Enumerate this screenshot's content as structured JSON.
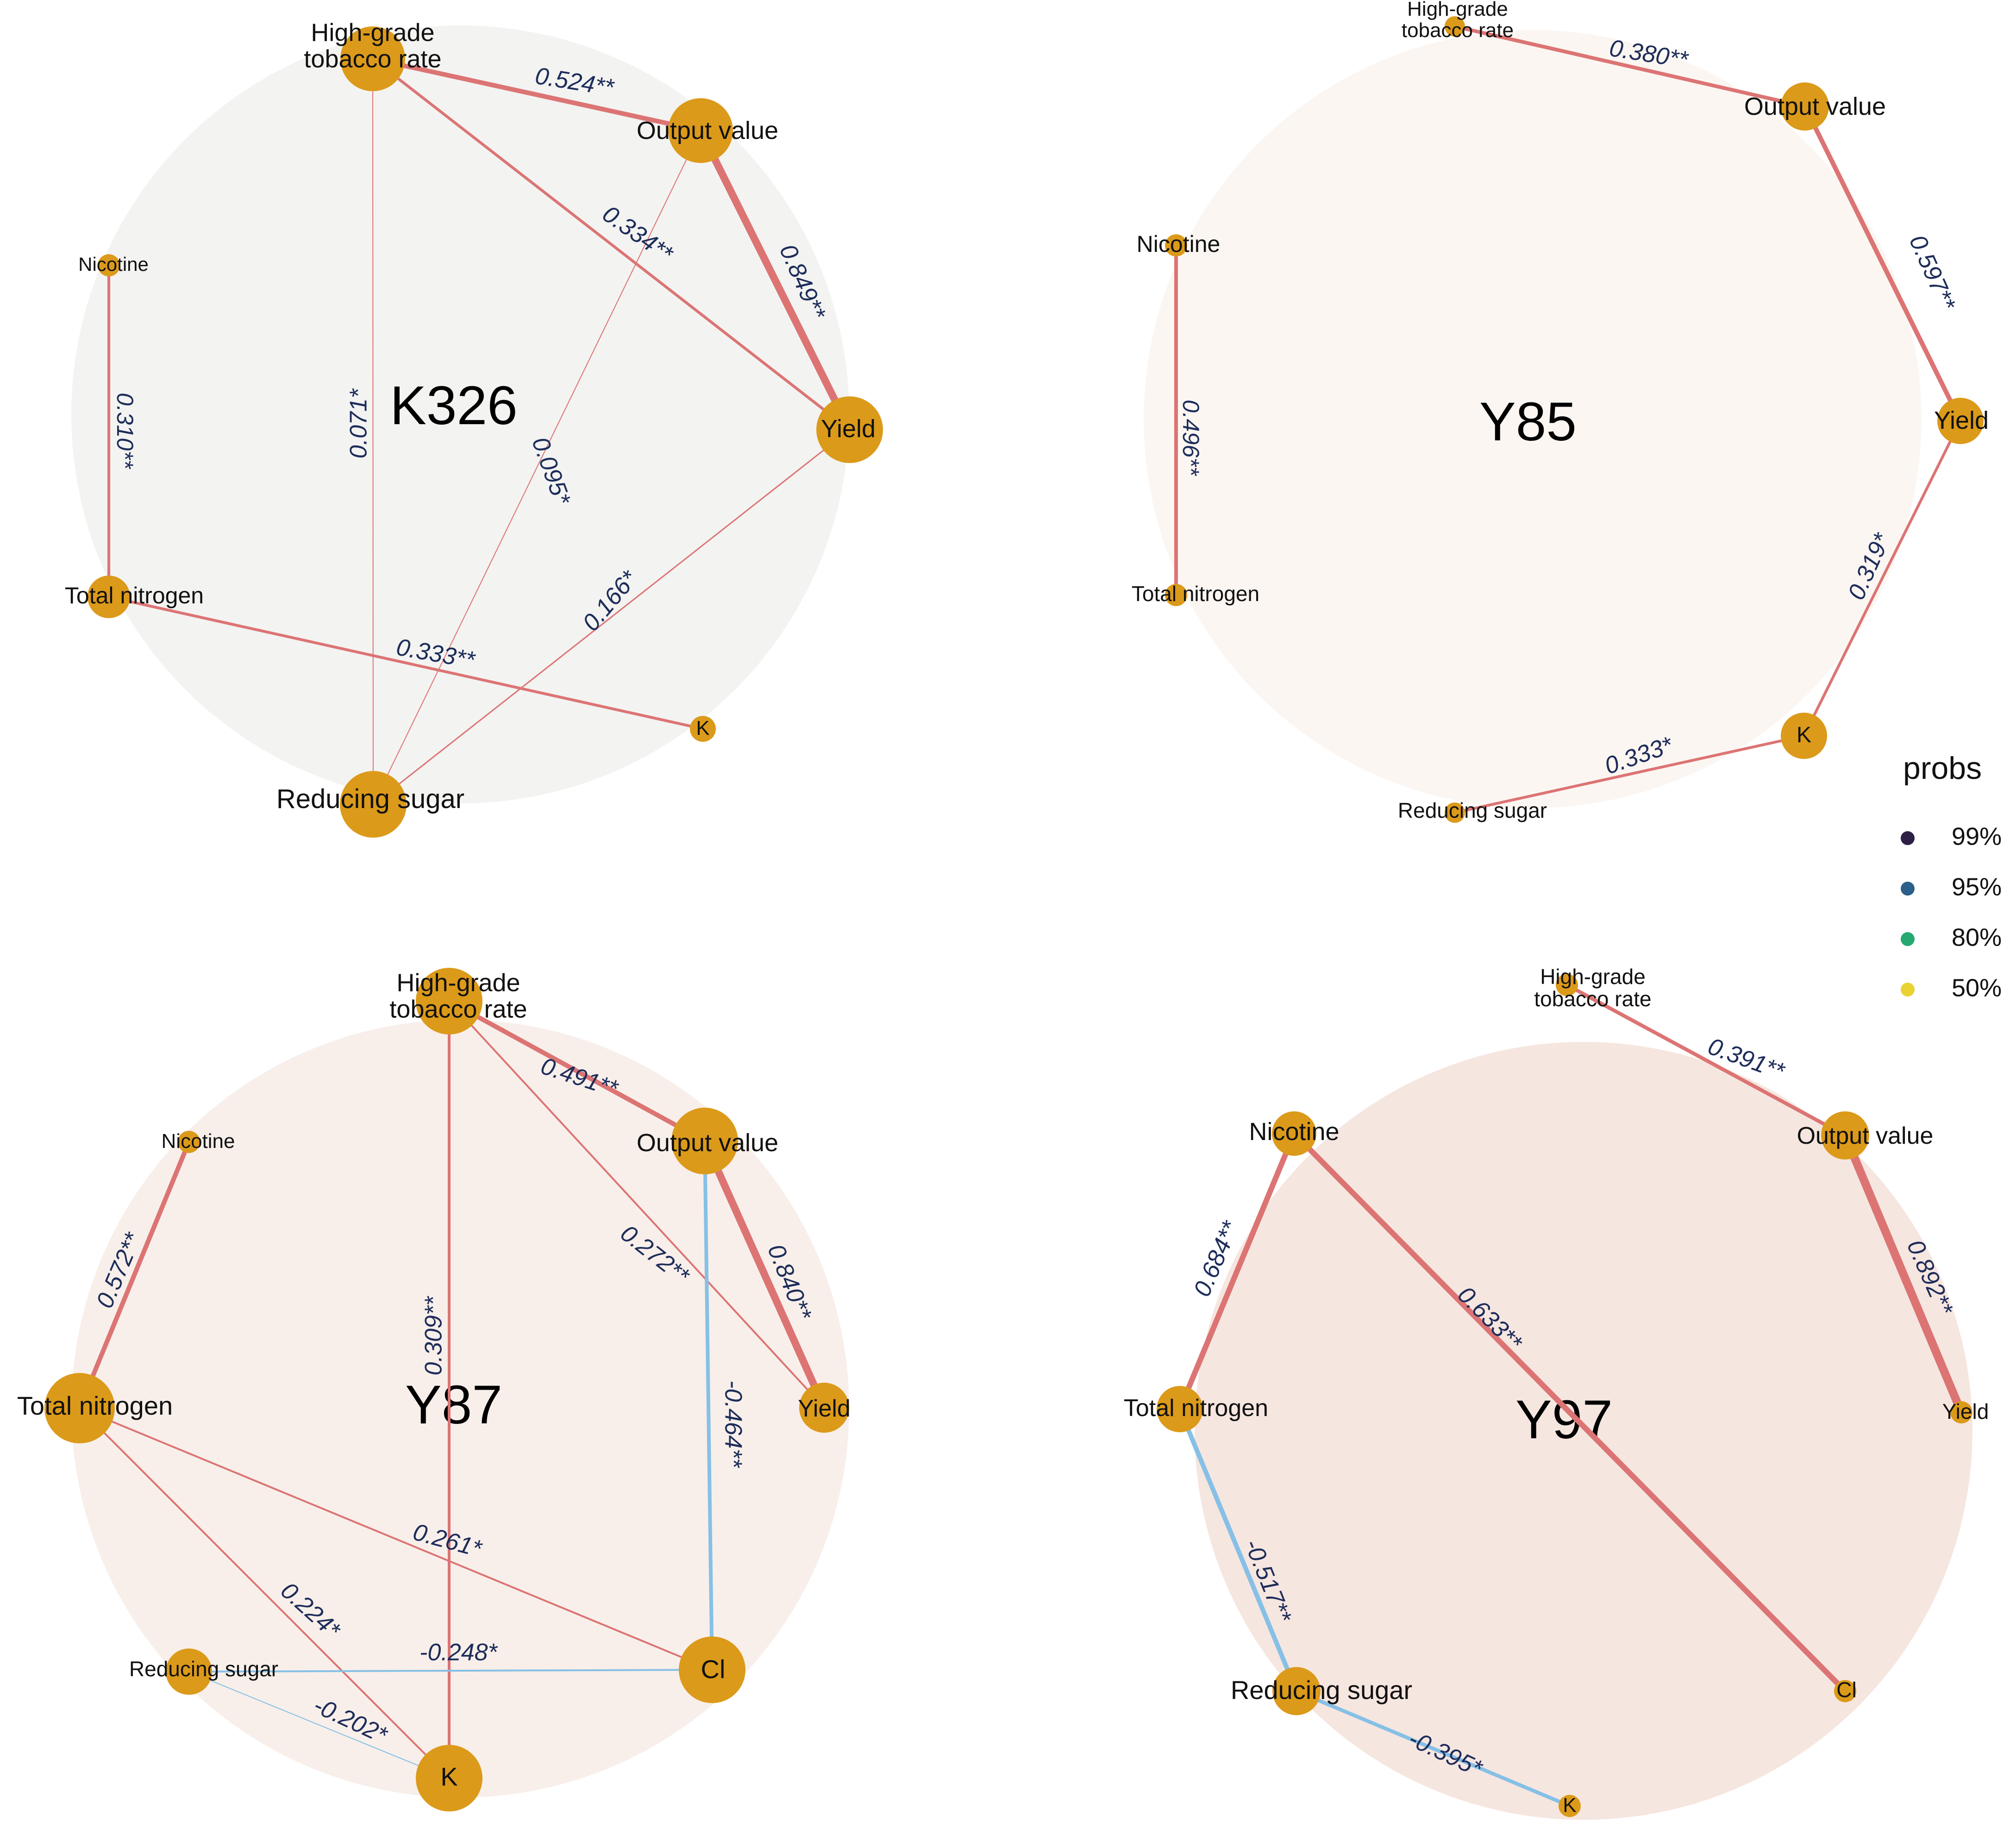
{
  "panels": [
    {
      "id": "k326",
      "title": "K326",
      "bg": "#f3f3f1",
      "nodes": [
        {
          "key": "hg",
          "label": [
            "High-grade",
            "tobacco rate"
          ]
        },
        {
          "key": "ov",
          "label": [
            "Output value"
          ]
        },
        {
          "key": "yield",
          "label": [
            "Yield"
          ]
        },
        {
          "key": "nic",
          "label": [
            "Nicotine"
          ]
        },
        {
          "key": "tn",
          "label": [
            "Total nitrogen"
          ]
        },
        {
          "key": "rs",
          "label": [
            "Reducing sugar"
          ]
        },
        {
          "key": "k",
          "label": [
            "K"
          ]
        }
      ],
      "edges": [
        {
          "from": "hg",
          "to": "ov",
          "label": "0.524**",
          "sign": "pos"
        },
        {
          "from": "ov",
          "to": "yield",
          "label": "0.849**",
          "sign": "pos"
        },
        {
          "from": "hg",
          "to": "yield",
          "label": "0.334**",
          "sign": "pos"
        },
        {
          "from": "nic",
          "to": "tn",
          "label": "0.310**",
          "sign": "pos"
        },
        {
          "from": "hg",
          "to": "rs",
          "label": "0.071*",
          "sign": "pos"
        },
        {
          "from": "ov",
          "to": "rs",
          "label": "0.095*",
          "sign": "pos"
        },
        {
          "from": "yield",
          "to": "rs",
          "label": "0.166*",
          "sign": "pos"
        },
        {
          "from": "tn",
          "to": "k",
          "label": "0.333**",
          "sign": "pos"
        }
      ]
    },
    {
      "id": "y85",
      "title": "Y85",
      "bg": "#fcf6f2",
      "nodes": [
        {
          "key": "hg",
          "label": [
            "High-grade",
            "tobacco rate"
          ]
        },
        {
          "key": "ov",
          "label": [
            "Output value"
          ]
        },
        {
          "key": "yield",
          "label": [
            "Yield"
          ]
        },
        {
          "key": "nic",
          "label": [
            "Nicotine"
          ]
        },
        {
          "key": "tn",
          "label": [
            "Total nitrogen"
          ]
        },
        {
          "key": "k",
          "label": [
            "K"
          ]
        },
        {
          "key": "rs",
          "label": [
            "Reducing sugar"
          ]
        }
      ],
      "edges": [
        {
          "from": "hg",
          "to": "ov",
          "label": "0.380**",
          "sign": "pos"
        },
        {
          "from": "ov",
          "to": "yield",
          "label": "0.597**",
          "sign": "pos"
        },
        {
          "from": "nic",
          "to": "tn",
          "label": "0.496**",
          "sign": "pos"
        },
        {
          "from": "yield",
          "to": "k",
          "label": "0.319*",
          "sign": "pos"
        },
        {
          "from": "rs",
          "to": "k",
          "label": "0.333*",
          "sign": "pos"
        }
      ]
    },
    {
      "id": "y87",
      "title": "Y87",
      "bg": "#f8efea",
      "nodes": [
        {
          "key": "hg",
          "label": [
            "High-grade",
            "tobacco rate"
          ]
        },
        {
          "key": "ov",
          "label": [
            "Output value"
          ]
        },
        {
          "key": "yield",
          "label": [
            "Yield"
          ]
        },
        {
          "key": "nic",
          "label": [
            "Nicotine"
          ]
        },
        {
          "key": "tn",
          "label": [
            "Total nitrogen"
          ]
        },
        {
          "key": "rs",
          "label": [
            "Reducing sugar"
          ]
        },
        {
          "key": "cl",
          "label": [
            "Cl"
          ]
        },
        {
          "key": "k",
          "label": [
            "K"
          ]
        }
      ],
      "edges": [
        {
          "from": "hg",
          "to": "ov",
          "label": "0.491**",
          "sign": "pos"
        },
        {
          "from": "ov",
          "to": "yield",
          "label": "0.840**",
          "sign": "pos"
        },
        {
          "from": "hg",
          "to": "yield",
          "label": "0.272**",
          "sign": "pos"
        },
        {
          "from": "hg",
          "to": "k",
          "label": "0.309**",
          "sign": "pos"
        },
        {
          "from": "nic",
          "to": "tn",
          "label": "0.572**",
          "sign": "pos"
        },
        {
          "from": "ov",
          "to": "cl",
          "label": "-0.464**",
          "sign": "neg"
        },
        {
          "from": "tn",
          "to": "cl",
          "label": "0.261*",
          "sign": "pos"
        },
        {
          "from": "tn",
          "to": "k",
          "label": "0.224*",
          "sign": "pos"
        },
        {
          "from": "rs",
          "to": "cl",
          "label": "-0.248*",
          "sign": "neg"
        },
        {
          "from": "rs",
          "to": "k",
          "label": "-0.202*",
          "sign": "neg"
        }
      ]
    },
    {
      "id": "y97",
      "title": "Y97",
      "bg": "#f6e6e0",
      "nodes": [
        {
          "key": "hg",
          "label": [
            "High-grade",
            "tobacco rate"
          ]
        },
        {
          "key": "ov",
          "label": [
            "Output value"
          ]
        },
        {
          "key": "yield",
          "label": [
            "Yield"
          ]
        },
        {
          "key": "nic",
          "label": [
            "Nicotine"
          ]
        },
        {
          "key": "tn",
          "label": [
            "Total nitrogen"
          ]
        },
        {
          "key": "rs",
          "label": [
            "Reducing sugar"
          ]
        },
        {
          "key": "cl",
          "label": [
            "Cl"
          ]
        },
        {
          "key": "k",
          "label": [
            "K"
          ]
        }
      ],
      "edges": [
        {
          "from": "hg",
          "to": "ov",
          "label": "0.391**",
          "sign": "pos"
        },
        {
          "from": "ov",
          "to": "yield",
          "label": "0.892**",
          "sign": "pos"
        },
        {
          "from": "nic",
          "to": "tn",
          "label": "0.684**",
          "sign": "pos"
        },
        {
          "from": "nic",
          "to": "cl",
          "label": "0.633**",
          "sign": "pos"
        },
        {
          "from": "tn",
          "to": "rs",
          "label": "-0.517**",
          "sign": "neg"
        },
        {
          "from": "rs",
          "to": "k",
          "label": "-0.395*",
          "sign": "neg"
        }
      ]
    }
  ],
  "legend": {
    "title": "probs",
    "items": [
      {
        "label": "99%",
        "color": "#2e1f45"
      },
      {
        "label": "95%",
        "color": "#2c5f8a"
      },
      {
        "label": "80%",
        "color": "#25a872"
      },
      {
        "label": "50%",
        "color": "#ead232"
      }
    ]
  },
  "colors": {
    "node": "#dc9a1a",
    "positive_edge": "#dc7474",
    "negative_edge": "#86c0e6"
  }
}
